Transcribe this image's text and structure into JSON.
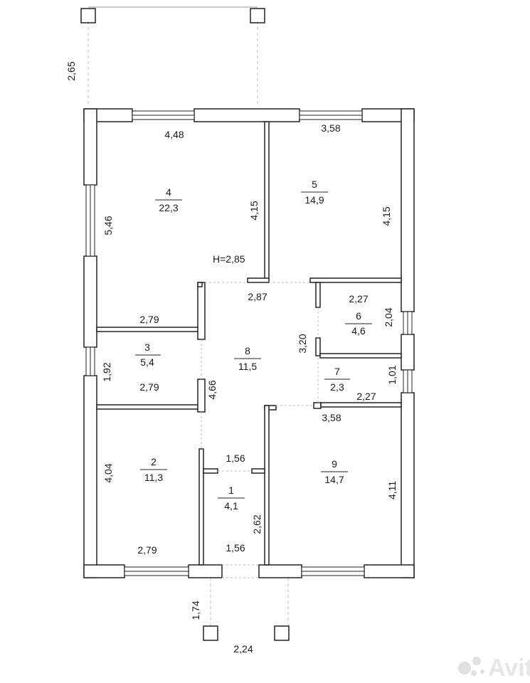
{
  "plan": {
    "height_label": "H=2,85",
    "rooms": [
      {
        "id": "4",
        "number": "4",
        "area": "22,3"
      },
      {
        "id": "5",
        "number": "5",
        "area": "14,9"
      },
      {
        "id": "6",
        "number": "6",
        "area": "4,6"
      },
      {
        "id": "3",
        "number": "3",
        "area": "5,4"
      },
      {
        "id": "8",
        "number": "8",
        "area": "11,5"
      },
      {
        "id": "7",
        "number": "7",
        "area": "2,3"
      },
      {
        "id": "2",
        "number": "2",
        "area": "11,3"
      },
      {
        "id": "1",
        "number": "1",
        "area": "4,1"
      },
      {
        "id": "9",
        "number": "9",
        "area": "14,7"
      }
    ],
    "dimensions": {
      "porch_top_depth": "2,65",
      "r4_width": "4,48",
      "r4_height": "5,46",
      "r4_right": "4,15",
      "r5_width": "3,58",
      "r5_height": "4,15",
      "hall_top": "2,87",
      "r6_width": "2,27",
      "r6_height": "2,04",
      "hall_right": "3,20",
      "r3_top": "2,79",
      "r3_height": "1,92",
      "r3_bottom": "2,79",
      "hall_left": "4,66",
      "r7_width": "2,27",
      "r7_height": "1,01",
      "r9_width": "3,58",
      "r1_top": "1,56",
      "r2_height": "4,04",
      "r9_height": "4,11",
      "r1_height": "2,62",
      "r2_width": "2,79",
      "r1_bottom": "1,56",
      "porch_bottom_depth": "1,74",
      "porch_bottom_width": "2,24"
    },
    "watermark": "Avito"
  }
}
